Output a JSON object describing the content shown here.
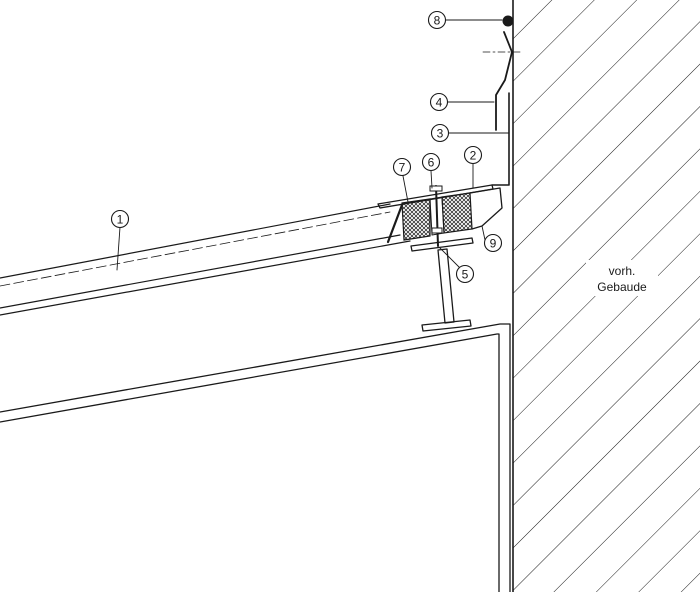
{
  "callouts": {
    "c1": "1",
    "c2": "2",
    "c3": "3",
    "c4": "4",
    "c5": "5",
    "c6": "6",
    "c7": "7",
    "c8": "8",
    "c9": "9"
  },
  "wall": {
    "label_line1": "vorh.",
    "label_line2": "Gebaude"
  },
  "colors": {
    "line": "#1a1a1a",
    "background": "#ffffff"
  }
}
